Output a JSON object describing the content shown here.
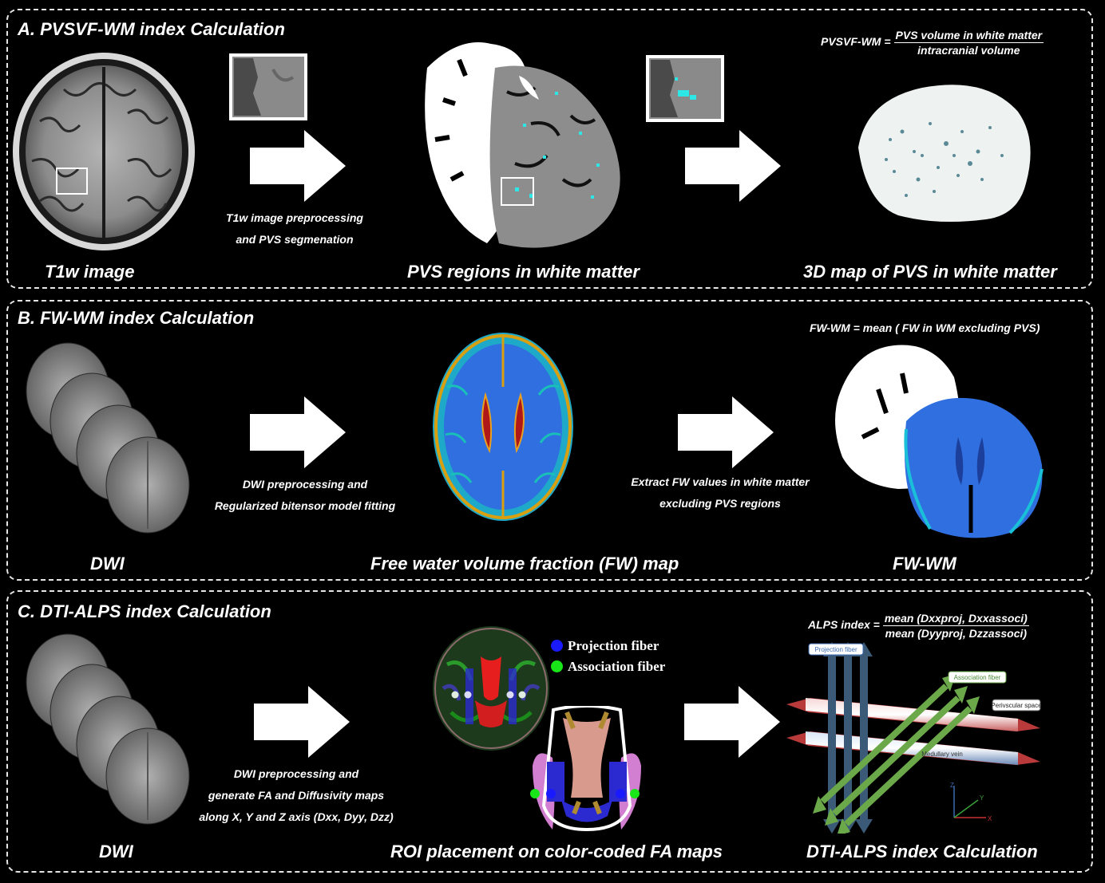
{
  "panel_a": {
    "title": "A. PVSVF-WM index Calculation",
    "caption_t1w": "T1w image",
    "step1_line1": "T1w image preprocessing",
    "step1_line2": "and  PVS segmenation",
    "caption_pvs": "PVS regions in white matter",
    "caption_3d": "3D map of PVS in white matter",
    "formula_lhs": "PVSVF-WM =",
    "formula_num": "PVS volume in white matter",
    "formula_den": "intracranial volume"
  },
  "panel_b": {
    "title": "B. FW-WM index Calculation",
    "caption_dwi": "DWI",
    "step1_line1": "DWI preprocessing and",
    "step1_line2": "Regularized bitensor model fitting",
    "caption_fw": "Free water volume fraction (FW) map",
    "step2_line1": "Extract FW values in white matter",
    "step2_line2": "excluding PVS regions",
    "caption_fwwm": "FW-WM",
    "formula": "FW-WM = mean ( FW in WM excluding PVS)"
  },
  "panel_c": {
    "title": "C. DTI-ALPS index Calculation",
    "caption_dwi": "DWI",
    "step1_line1": "DWI preprocessing and",
    "step1_line2": "generate FA and Diffusivity maps",
    "step1_line3": "along X, Y and Z axis (Dxx, Dyy, Dzz)",
    "legend_projection": "Projection fiber",
    "legend_association": "Association fiber",
    "caption_roi": "ROI placement on color-coded FA maps",
    "caption_alps": "DTI-ALPS index Calculation",
    "formula_lhs": "ALPS index =",
    "formula_num": "mean (Dxxproj, Dxxassoci)",
    "formula_den": "mean (Dyyproj, Dzzassoci)",
    "label_projection_fiber": "Projection fiber",
    "label_association_fiber": "Association fiber",
    "label_perivascular": "Perivscular space",
    "label_medullary": "Medullary vein",
    "axis_z": "Z",
    "axis_y": "Y",
    "axis_x": "X"
  },
  "colors": {
    "projection": "#1a1aff",
    "association": "#19e619",
    "fw_blue": "#2f6fe0",
    "pvs_cyan": "#2ee6e6"
  }
}
